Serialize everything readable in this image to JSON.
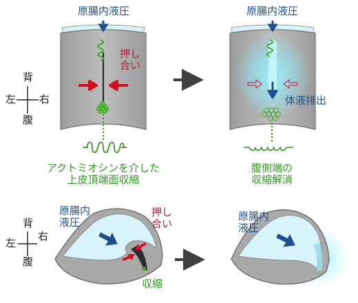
{
  "top_left": {
    "pressure_label": "原腸内液圧",
    "push_label": "押し\n合い",
    "caption": "アクトミオシンを介した\n上皮頂端面収縮"
  },
  "top_right": {
    "pressure_label": "原腸内液圧",
    "fluid_label": "体液排出",
    "caption": "腹側端の\n収縮解消"
  },
  "bottom_left": {
    "pressure_label": "原腸内\n液圧",
    "push_label": "押し\n合い",
    "contraction_label": "収縮"
  },
  "bottom_right": {
    "pressure_label": "原腸内\n液圧"
  },
  "axes_top": {
    "dorsal": "背",
    "left": "左",
    "right": "右",
    "ventral": "腹"
  },
  "axes_bottom": {
    "dorsal": "背",
    "left": "左",
    "right": "右",
    "ventral": "腹"
  },
  "colors": {
    "tissue": "#a9a9a9",
    "tissue_edge": "#7a7a7a",
    "lumen": "#d8f3f9",
    "glow": "#8fe6f5",
    "pressure_arrow": "#1f4e8c",
    "push_arrow": "#d01020",
    "actomyosin": "#3aa61f",
    "process_arrow": "#404040"
  }
}
